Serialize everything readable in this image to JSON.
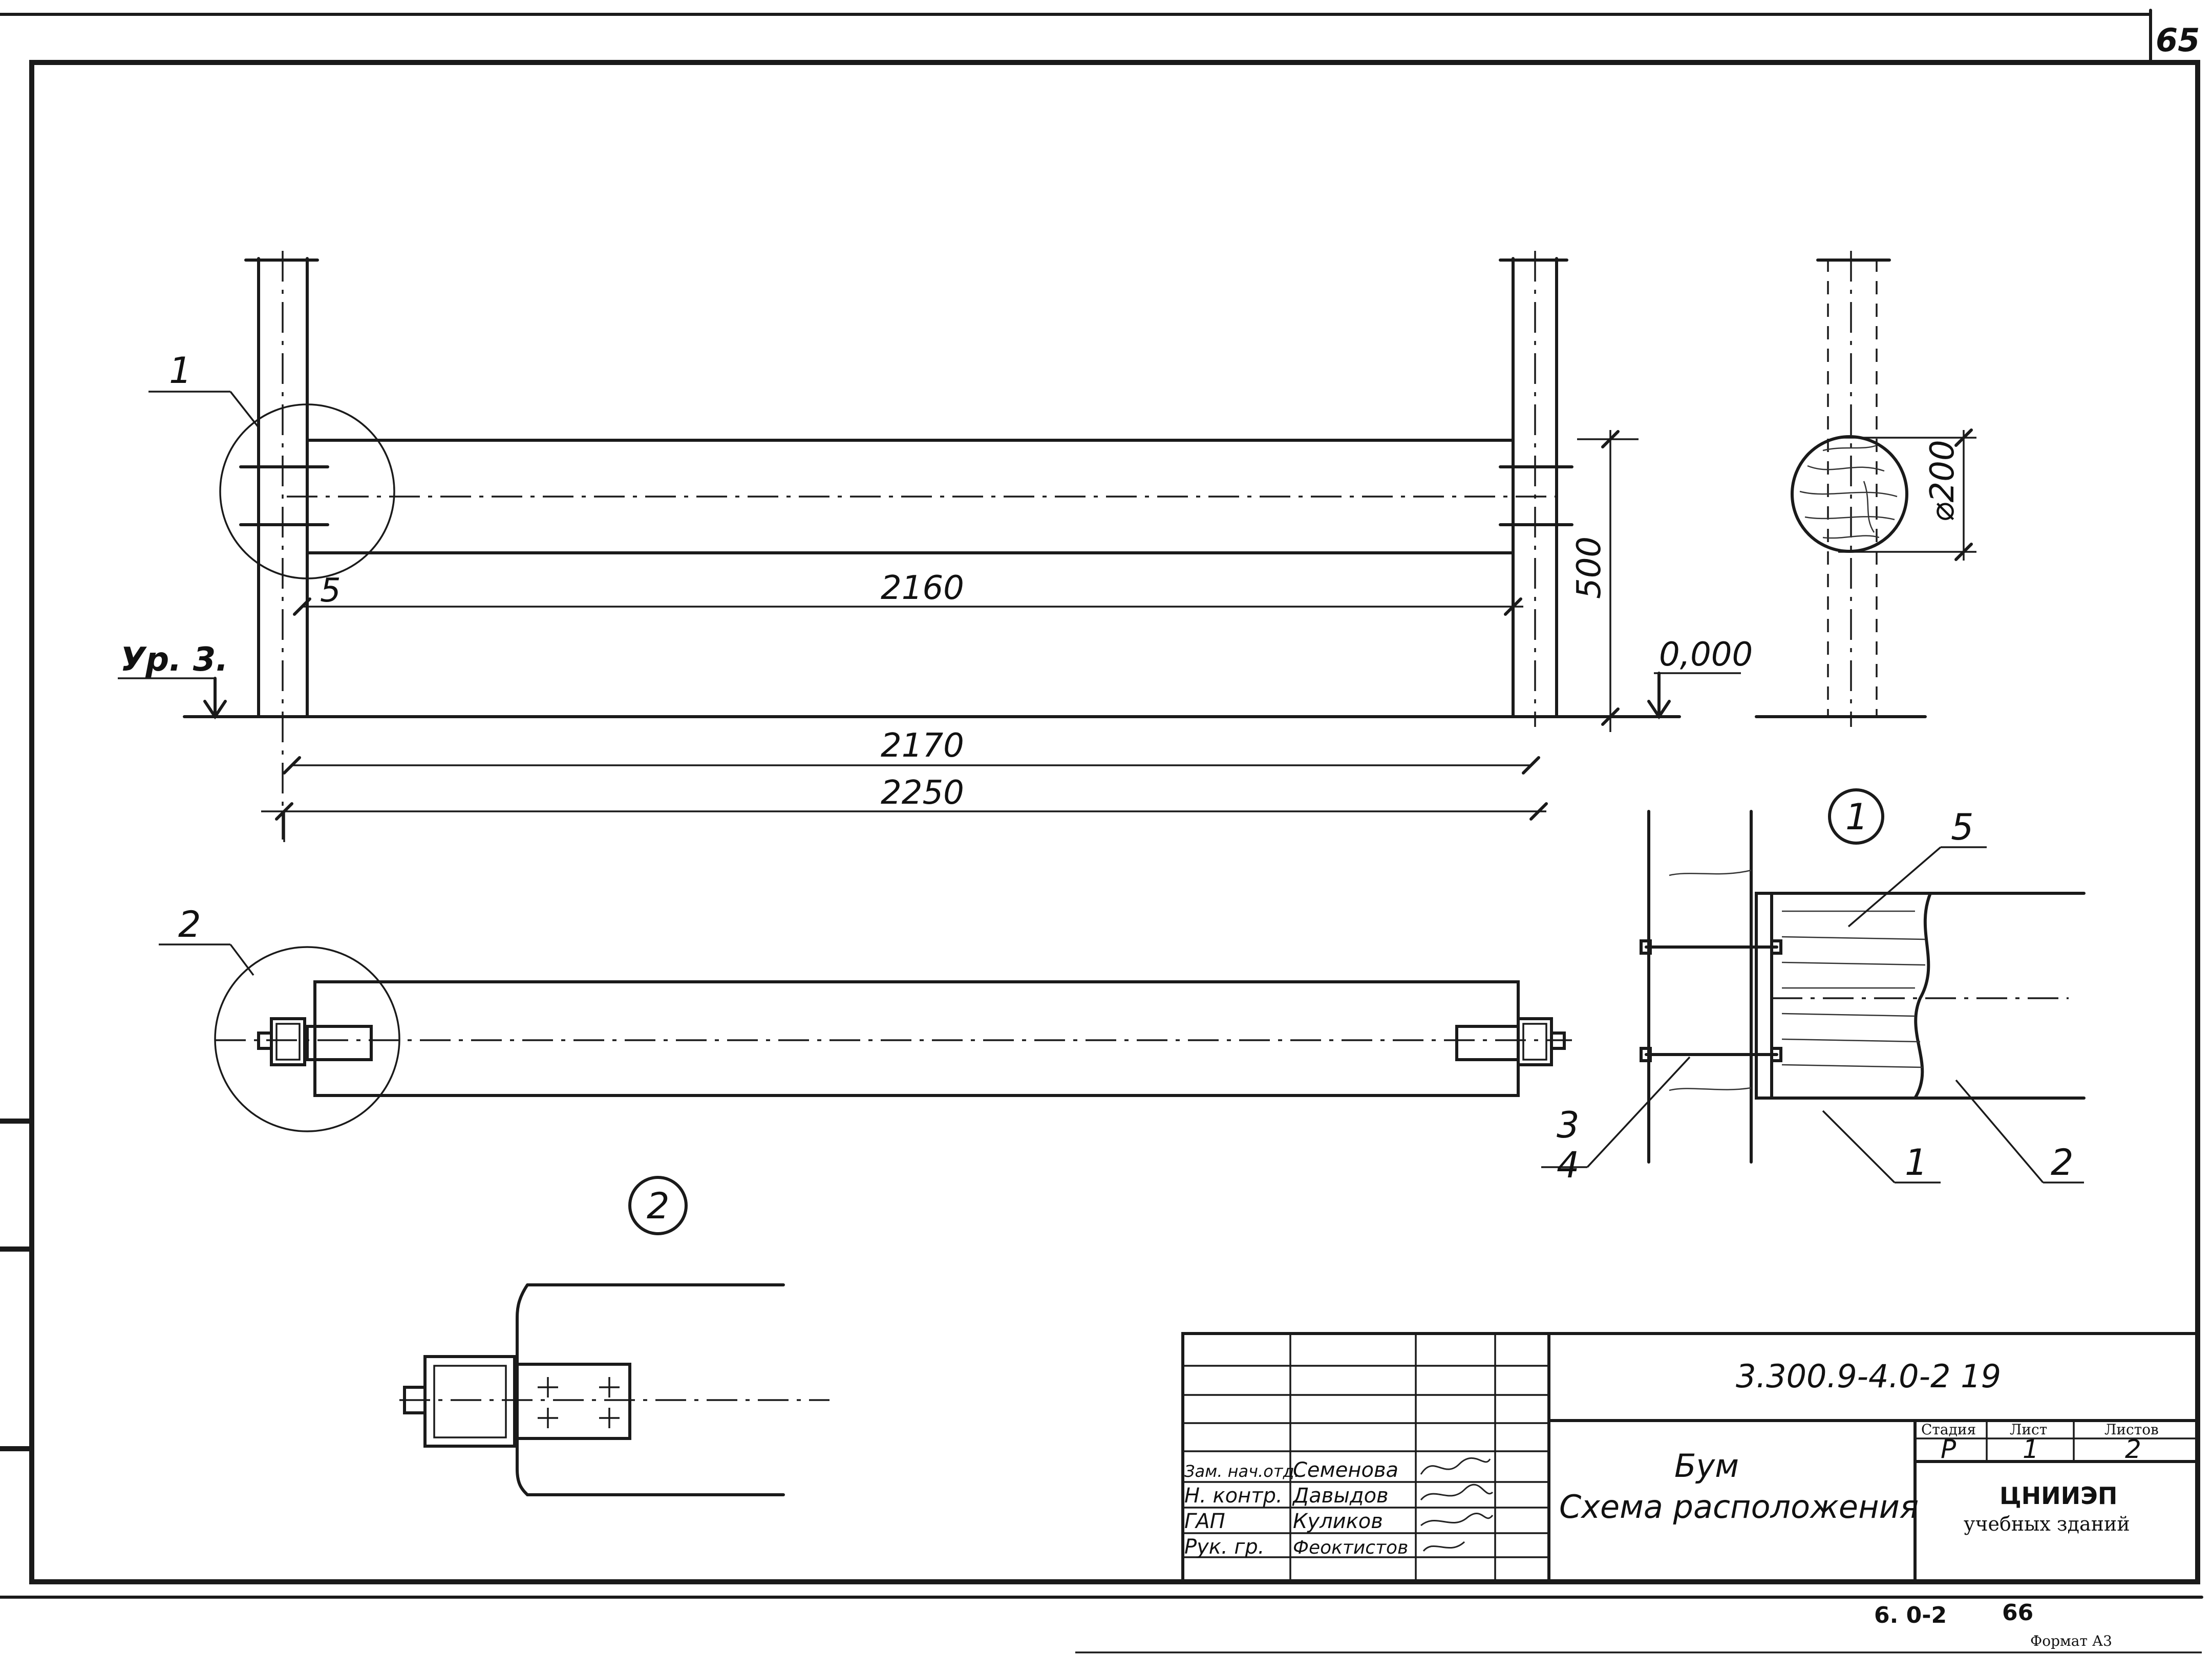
{
  "sheet": {
    "corner_number": "65",
    "format": "Формат А3",
    "bottom_code": "6. 0-2",
    "bottom_page": "66"
  },
  "elevation": {
    "callout_1": "1",
    "dim_gap": "5",
    "dim_2160": "2160",
    "dim_2170": "2170",
    "dim_2250": "2250",
    "dim_500": "500",
    "level_left": "Ур. 3.",
    "level_right": "0,000"
  },
  "section": {
    "diameter": "⌀200"
  },
  "plan": {
    "callout_2": "2"
  },
  "detail_1": {
    "title": "1",
    "pos_5": "5",
    "pos_3": "3",
    "pos_4": "4",
    "pos_1": "1",
    "pos_2": "2"
  },
  "detail_2": {
    "title": "2"
  },
  "title_block": {
    "doc_code": "3.300.9-4.0-2 19",
    "name_line1": "Бум",
    "name_line2": "Схема расположения",
    "stage_header": "Стадия",
    "sheet_header": "Лист",
    "sheets_header": "Листов",
    "stage": "Р",
    "sheet": "1",
    "sheets": "2",
    "org_line1": "ЦНИИЭП",
    "org_line2": "учебных зданий",
    "people": [
      {
        "role": "Зам. нач.отд.",
        "name": "Семенова"
      },
      {
        "role": "Н. контр.",
        "name": "Давыдов"
      },
      {
        "role": "ГАП",
        "name": "Куликов"
      },
      {
        "role": "Рук. гр.",
        "name": "Феоктистов"
      }
    ]
  }
}
